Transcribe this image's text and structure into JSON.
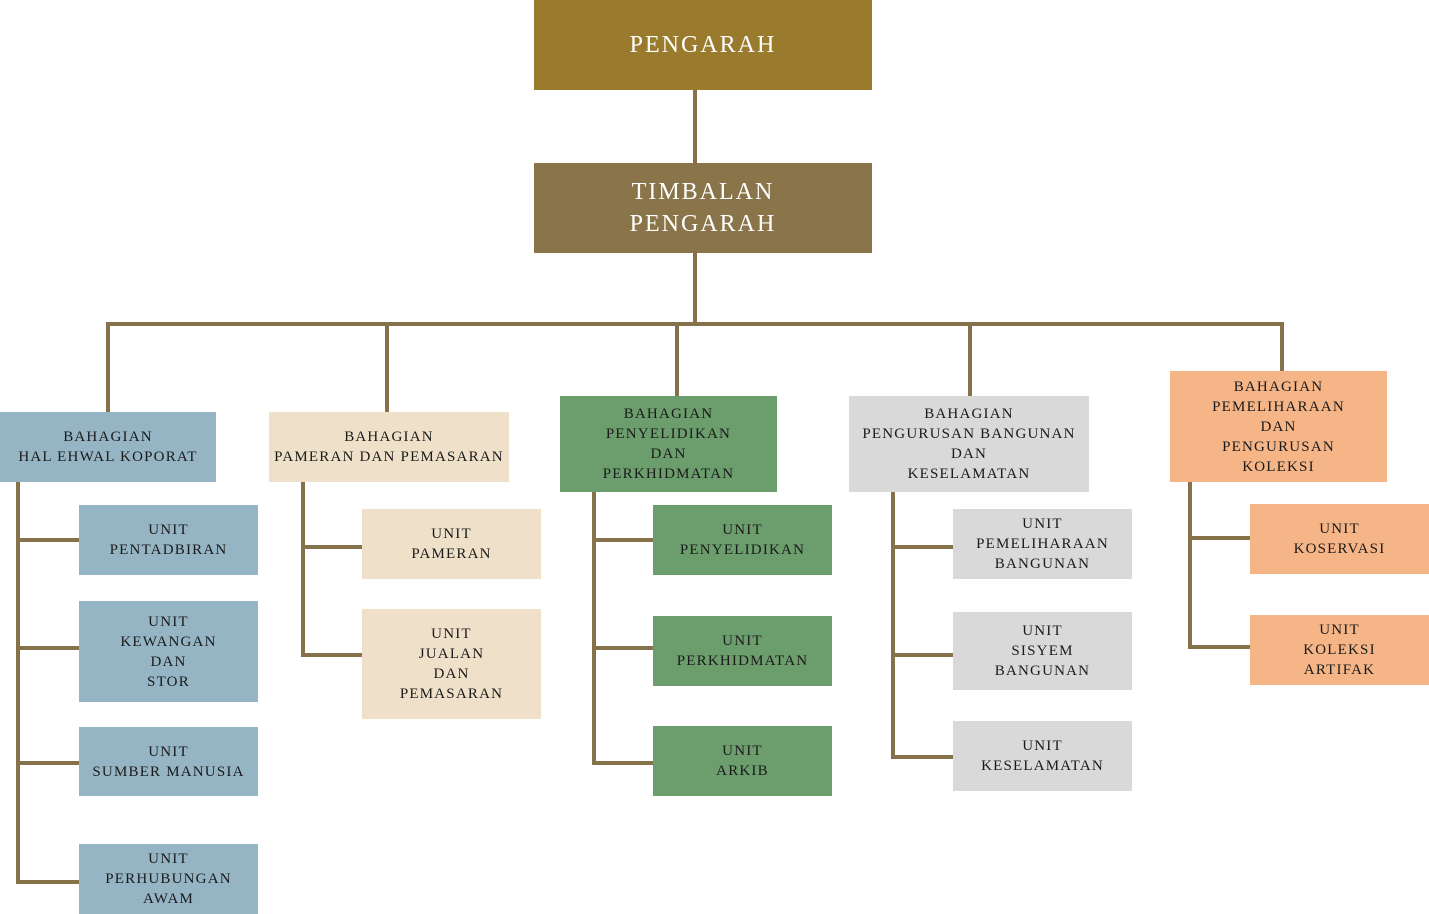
{
  "colors": {
    "line": "#86724a",
    "director": "#9a7b2e",
    "deputy": "#8a7449",
    "corporate": "#95b5c5",
    "exhibition": "#efe1c9",
    "research": "#6c9d6d",
    "building": "#d9d9d9",
    "conservation": "#f5b587"
  },
  "director": {
    "label": "PENGARAH"
  },
  "deputy": {
    "label": "TIMBALAN\nPENGARAH"
  },
  "divisions": {
    "corporate": {
      "label": "BAHAGIAN\nHAL EHWAL KOPORAT",
      "units": [
        "UNIT\nPENTADBIRAN",
        "UNIT\nKEWANGAN\nDAN\nSTOR",
        "UNIT\nSUMBER MANUSIA",
        "UNIT\nPERHUBUNGAN\nAWAM"
      ]
    },
    "exhibition": {
      "label": "BAHAGIAN\nPAMERAN DAN PEMASARAN",
      "units": [
        "UNIT\nPAMERAN",
        "UNIT\nJUALAN\nDAN\nPEMASARAN"
      ]
    },
    "research": {
      "label": "BAHAGIAN\nPENYELIDIKAN\nDAN\nPERKHIDMATAN",
      "units": [
        "UNIT\nPENYELIDIKAN",
        "UNIT\nPERKHIDMATAN",
        "UNIT\nARKIB"
      ]
    },
    "building": {
      "label": "BAHAGIAN\nPENGURUSAN BANGUNAN\nDAN\nKESELAMATAN",
      "units": [
        "UNIT\nPEMELIHARAAN\nBANGUNAN",
        "UNIT\nSISYEM\nBANGUNAN",
        "UNIT\nKESELAMATAN"
      ]
    },
    "conservation": {
      "label": "BAHAGIAN\nPEMELIHARAAN\nDAN\nPENGURUSAN\nKOLEKSI",
      "units": [
        "UNIT\nKOSERVASI",
        "UNIT\nKOLEKSI\nARTIFAK"
      ]
    }
  }
}
